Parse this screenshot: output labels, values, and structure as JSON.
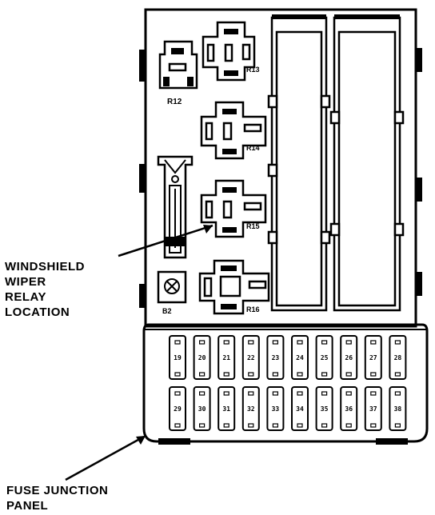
{
  "relays": {
    "r12": "R12",
    "r13": "R13",
    "r14": "R14",
    "r15": "R15",
    "r16": "R16"
  },
  "small_component_label": "B2",
  "callouts": {
    "wiper_relay": [
      "WINDSHIELD",
      "WIPER",
      "RELAY",
      "LOCATION"
    ],
    "fuse_panel": [
      "FUSE JUNCTION",
      "PANEL"
    ]
  },
  "fuses": {
    "top_row": [
      "19",
      "20",
      "21",
      "22",
      "23",
      "24",
      "25",
      "26",
      "27",
      "28"
    ],
    "bottom_row": [
      "29",
      "30",
      "31",
      "32",
      "33",
      "34",
      "35",
      "36",
      "37",
      "38"
    ]
  }
}
